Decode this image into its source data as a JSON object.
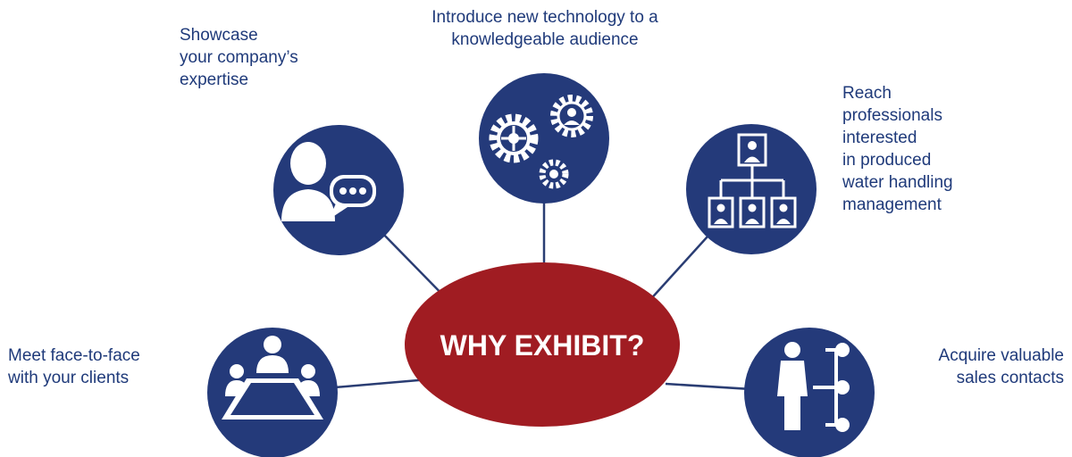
{
  "colors": {
    "circle": "#243a7a",
    "center": "#a01c22",
    "line": "#2a3d73",
    "icon": "#ffffff",
    "text": "#1f3a7a"
  },
  "center": {
    "label": "WHY EXHIBIT?"
  },
  "nodes": [
    {
      "id": "expertise",
      "icon": "speaker-chat-icon",
      "label": "Showcase\nyour company’s\nexpertise"
    },
    {
      "id": "technology",
      "icon": "gears-icon",
      "label": "Introduce new technology to a\nknowledgeable audience"
    },
    {
      "id": "professionals",
      "icon": "org-chart-icon",
      "label": "Reach\nprofessionals\ninterested\nin produced\nwater handling\nmanagement"
    },
    {
      "id": "meet",
      "icon": "meeting-table-icon",
      "label": "Meet face-to-face\nwith your clients"
    },
    {
      "id": "contacts",
      "icon": "person-network-icon",
      "label": "Acquire valuable\nsales contacts"
    }
  ]
}
